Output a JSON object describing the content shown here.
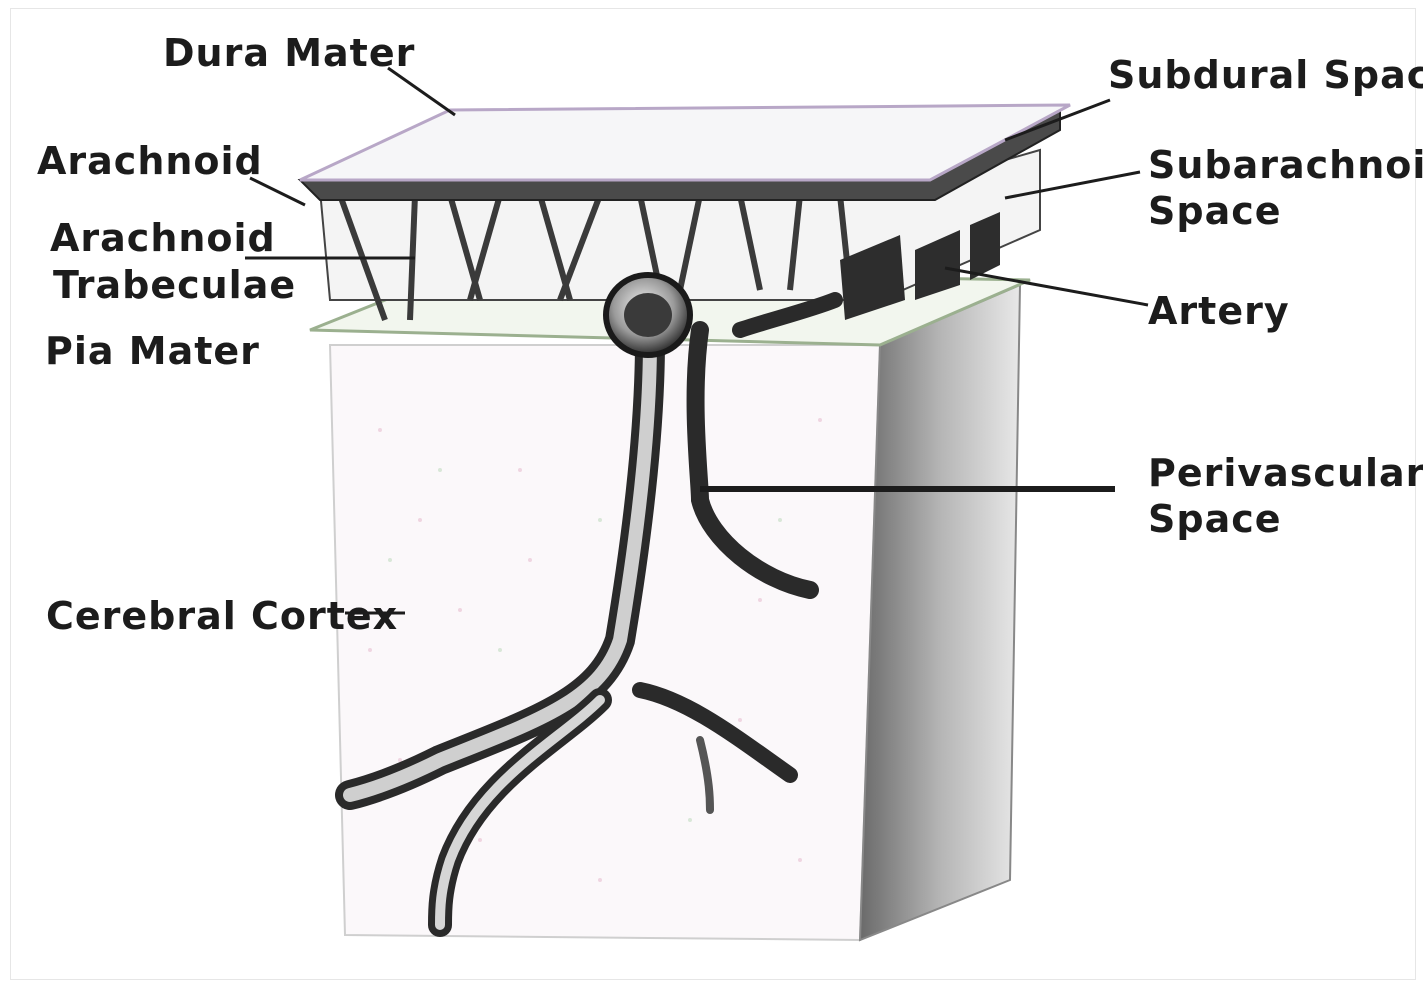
{
  "labels": {
    "dura_mater": "Dura Mater",
    "subdural_space": "Subdural Space",
    "arachnoid": "Arachnoid",
    "subarachnoid_space_1": "Subarachnoid",
    "subarachnoid_space_2": "Space",
    "arachnoid_trabeculae_1": "Arachnoid",
    "arachnoid_trabeculae_2": "Trabeculae",
    "artery": "Artery",
    "pia_mater": "Pia Mater",
    "perivascular_space_1": "Perivascular",
    "perivascular_space_2": "Space",
    "cerebral_cortex": "Cerebral Cortex"
  }
}
